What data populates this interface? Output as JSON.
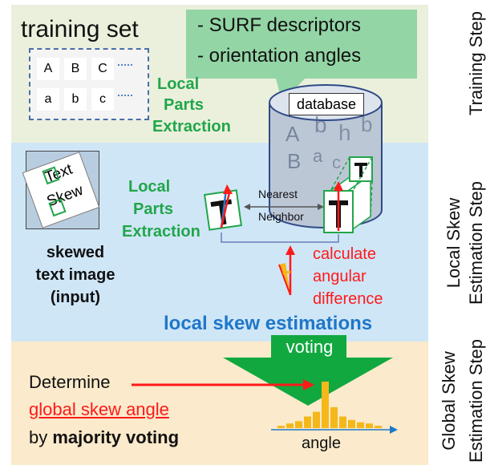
{
  "training": {
    "title": "training set",
    "cells_row1": [
      "A",
      "B",
      "C"
    ],
    "cells_row2": [
      "a",
      "b",
      "c"
    ],
    "ellipsis": "·····",
    "callout_lines": [
      "- SURF descriptors",
      "- orientation angles"
    ],
    "extraction_lines": [
      "Local",
      "Parts",
      "Extraction"
    ],
    "database_label": "database",
    "db_glyphs": [
      "A",
      "b",
      "h",
      "b",
      "B",
      "a",
      "c",
      "T"
    ]
  },
  "local": {
    "sample_lines": [
      "Text",
      "Skew"
    ],
    "extraction_lines": [
      "Local",
      "Parts",
      "Extraction"
    ],
    "nn_lines": [
      "Nearest",
      "Neighbor"
    ],
    "skewed_lines": [
      "skewed",
      "text image",
      "(input)"
    ],
    "calc_lines": [
      "calculate",
      "angular",
      "difference"
    ],
    "estimations": "local skew estimations"
  },
  "global": {
    "voting": "voting",
    "determine": "Determine",
    "global_angle": "global skew angle",
    "by": "by ",
    "majority": "majority voting",
    "axis_label": "angle",
    "histogram": [
      2,
      4,
      6,
      10,
      14,
      40,
      18,
      10,
      7,
      5,
      4,
      2
    ]
  },
  "steps": {
    "training": [
      "Training Step"
    ],
    "local": [
      "Local Skew",
      "Estimation Step"
    ],
    "global": [
      "Global Skew",
      "Estimation Step"
    ]
  },
  "colors": {
    "training_bg": "#eaf0dc",
    "local_bg": "#cfe6f7",
    "global_bg": "#fbeacb",
    "green": "#21a64a",
    "red": "#ff1a1a",
    "blue": "#1f77c8",
    "bar": "#f5b81b"
  }
}
